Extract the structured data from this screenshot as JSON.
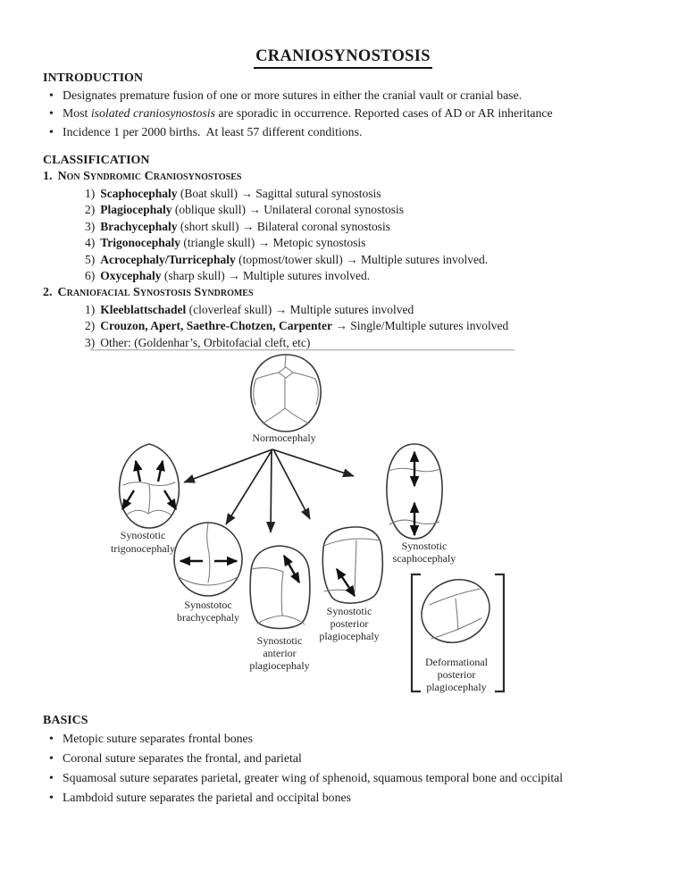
{
  "title": "CRANIOSYNOSTOSIS",
  "introduction": {
    "heading": "INTRODUCTION",
    "bullet_char": "•",
    "items": [
      {
        "pre": "Designates premature fusion of one or more sutures in either the cranial vault or cranial base.",
        "italic": "",
        "post": ""
      },
      {
        "pre": "Most ",
        "italic": "isolated craniosynostosis",
        "post": " are sporadic in occurrence. Reported cases of AD or AR inheritance"
      },
      {
        "pre": "Incidence 1 per 2000 births.  At least 57 different conditions.",
        "italic": "",
        "post": ""
      }
    ]
  },
  "classification": {
    "heading": "CLASSIFICATION",
    "sections": [
      {
        "num": "1.",
        "name": "Non Syndromic Craniosynostoses",
        "items": [
          {
            "num": "1)",
            "bold": "Scaphocephaly",
            "rest": " (Boat skull) → Sagittal sutural synostosis"
          },
          {
            "num": "2)",
            "bold": "Plagiocephaly",
            "rest": " (oblique skull) → Unilateral coronal synostosis"
          },
          {
            "num": "3)",
            "bold": "Brachycephaly",
            "rest": " (short skull) → Bilateral coronal synostosis"
          },
          {
            "num": "4)",
            "bold": "Trigonocephaly",
            "rest": " (triangle skull) → Metopic synostosis"
          },
          {
            "num": "5)",
            "bold": "Acrocephaly/Turricephaly",
            "rest": " (topmost/tower skull) → Multiple sutures involved."
          },
          {
            "num": "6)",
            "bold": "Oxycephaly",
            "rest": " (sharp skull) → Multiple sutures involved."
          }
        ]
      },
      {
        "num": "2.",
        "name": "Craniofacial Synostosis Syndromes",
        "items": [
          {
            "num": "1)",
            "bold": "Kleeblattschadel",
            "rest": " (cloverleaf skull) → Multiple sutures involved"
          },
          {
            "num": "2)",
            "bold": "Crouzon, Apert, Saethre-Chotzen, Carpenter",
            "rest": " → Single/Multiple sutures involved"
          },
          {
            "num": "3)",
            "bold": "",
            "rest": "Other: (Goldenhar’s, Orbitofacial cleft, etc)"
          }
        ]
      }
    ]
  },
  "diagram": {
    "normocephaly": "Normocephaly",
    "trigonocephaly_l1": "Synostotic",
    "trigonocephaly_l2": "trigonocephaly",
    "brachycephaly_l1": "Synostotoc",
    "brachycephaly_l2": "brachycephaly",
    "anterior_l1": "Synostotic",
    "anterior_l2": "anterior",
    "anterior_l3": "plagiocephaly",
    "posterior_l1": "Synostotic",
    "posterior_l2": "posterior",
    "posterior_l3": "plagiocephaly",
    "scaphocephaly_l1": "Synostotic",
    "scaphocephaly_l2": "scaphocephaly",
    "deformational_l1": "Deformational",
    "deformational_l2": "posterior",
    "deformational_l3": "plagiocephaly"
  },
  "basics": {
    "heading": "BASICS",
    "bullet_char": "•",
    "items": [
      "Metopic suture separates frontal bones",
      "Coronal suture separates the frontal, and parietal",
      "Squamosal suture separates parietal, greater wing of sphenoid, squamous temporal bone and occipital",
      "Lambdoid suture separates the parietal and occipital bones"
    ]
  },
  "colors": {
    "ink": "#1b1b1b",
    "outline": "#3a3a3a",
    "suture": "#787878",
    "divider": "#b5b5b5"
  }
}
